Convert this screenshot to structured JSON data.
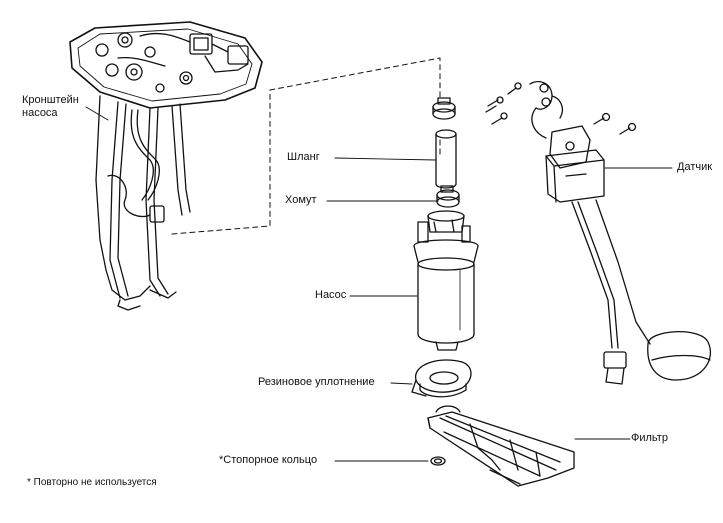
{
  "labels": {
    "bracket_line1": "Кронштейн",
    "bracket_line2": "насоса",
    "hose": "Шланг",
    "clamp": "Хомут",
    "pump": "Насос",
    "rubber_seal": "Резиновое уплотнение",
    "sensor": "Датчик",
    "filter": "Фильтр",
    "lock_ring": "*Стопорное кольцо",
    "footnote": "* Повторно не используется"
  },
  "colors": {
    "ink": "#111111",
    "background": "#ffffff"
  }
}
